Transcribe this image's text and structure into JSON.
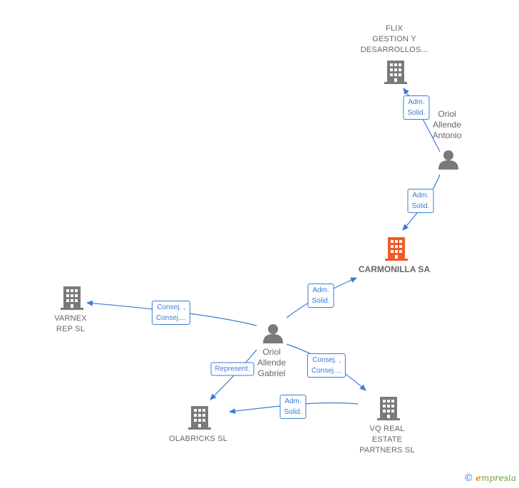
{
  "nodes": {
    "flix": {
      "label": "FLIX\nGESTION Y\nDESARROLLOS..."
    },
    "oriol_antonio": {
      "label": "Oriol\nAllende\nAntonio"
    },
    "carmonilla": {
      "label": "CARMONILLA SA"
    },
    "varnex": {
      "label": "VARNEX\nREP  SL"
    },
    "oriol_gabriel": {
      "label": "Oriol\nAllende\nGabriel"
    },
    "olabricks": {
      "label": "OLABRICKS  SL"
    },
    "vq": {
      "label": "VQ REAL\nESTATE\nPARTNERS  SL"
    }
  },
  "edges": {
    "antonio_flix": "Adm.\nSolid.",
    "antonio_carmonilla": "Adm.\nSolid.",
    "gabriel_carmonilla": "Adm.\nSolid.",
    "gabriel_varnex": "Consej. ,\nConsej....",
    "gabriel_vq": "Consej. ,\nConsej....",
    "gabriel_olabricks": "Represent.",
    "vq_olabricks": "Adm.\nSolid."
  },
  "colors": {
    "edge": "#3a7bd5",
    "node": "#7a7a7a",
    "main_node": "#f05a28"
  },
  "footer": {
    "copyright": "©",
    "brand_e": "e",
    "brand_rest": "mpresia"
  }
}
